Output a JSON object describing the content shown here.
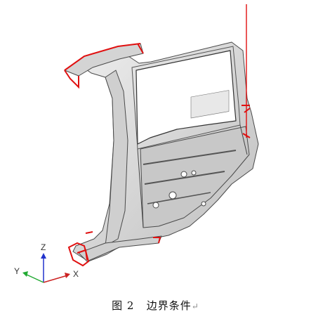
{
  "figure": {
    "number": "图 2",
    "title": "边界条件",
    "trailing_mark": "↵"
  },
  "axes_triad": {
    "z_label": "Z",
    "y_label": "Y",
    "x_label": "X",
    "z_color": "#2233cc",
    "y_color": "#22aa33",
    "x_color": "#cc2222"
  },
  "colors": {
    "panel_fill": "#d9d9d9",
    "panel_edge": "#4a4a4a",
    "constraint_red": "#e01010"
  }
}
